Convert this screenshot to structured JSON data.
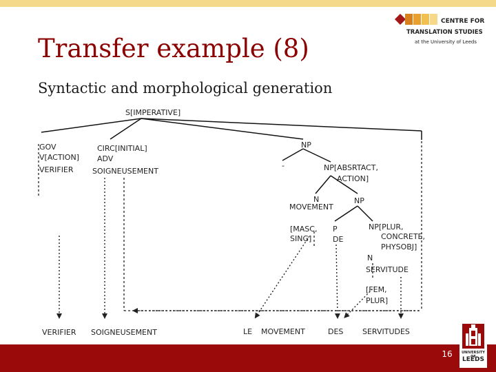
{
  "slide": {
    "title": "Transfer example (8)",
    "subtitle": "Syntactic and morphological generation",
    "page_number": "16"
  },
  "logo": {
    "line1": "CENTRE FOR",
    "line2": "TRANSLATION STUDIES",
    "line3": "at the University of Leeds"
  },
  "university_logo": {
    "line1": "UNIVERSITY OF",
    "line2": "LEEDS"
  },
  "colors": {
    "accent": "#8b0000",
    "band_top": "#f5d98a",
    "band_bottom": "#9b0a0a",
    "text": "#222222"
  },
  "tree": {
    "root": "S[IMPERATIVE]",
    "gov": [
      "GOV",
      "V[ACTION]",
      "VERIFIER"
    ],
    "circ": [
      "CIRC[INITIAL]",
      "ADV",
      "SOIGNEUSEMENT"
    ],
    "np_top": "NP",
    "dash": "-",
    "np_abstract": [
      "NP[ABSRTACT,",
      "ACTION]"
    ],
    "n_movement": [
      "N",
      "MOVEMENT"
    ],
    "np_mid": "NP",
    "masc_sing": [
      "[MASC,",
      "SING]"
    ],
    "p_de": [
      "P",
      "DE"
    ],
    "np_plur": [
      "NP[PLUR,",
      "CONCRETE,",
      "PHYSOBJ]"
    ],
    "n_servitude": [
      "N",
      "SERVITUDE"
    ],
    "fem_plur": [
      "[FEM,",
      "PLUR]"
    ]
  },
  "output_words": [
    "VERIFIER",
    "SOIGNEUSEMENT",
    "LE",
    "MOVEMENT",
    "DES",
    "SERVITUDES"
  ]
}
